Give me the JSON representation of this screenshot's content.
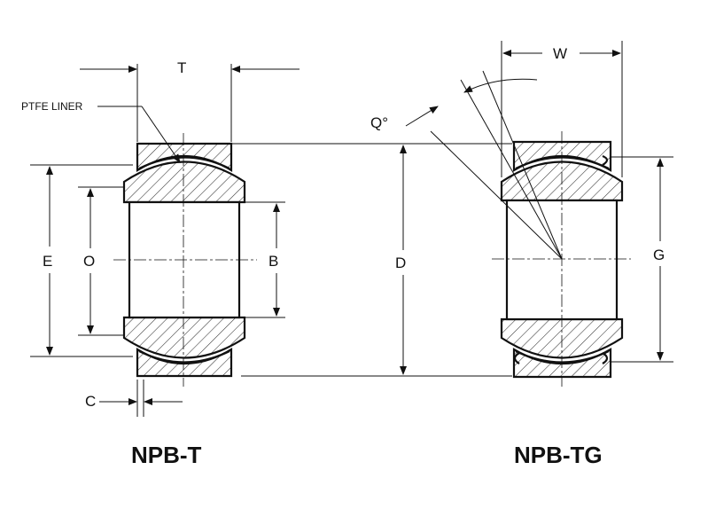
{
  "labels": {
    "t": "T",
    "w": "W",
    "ptfe_liner": "PTFE LINER",
    "q": "Q°",
    "e": "E",
    "o": "O",
    "b": "B",
    "d": "D",
    "g": "G",
    "c": "C"
  },
  "models": {
    "left": "NPB-T",
    "right": "NPB-TG"
  }
}
